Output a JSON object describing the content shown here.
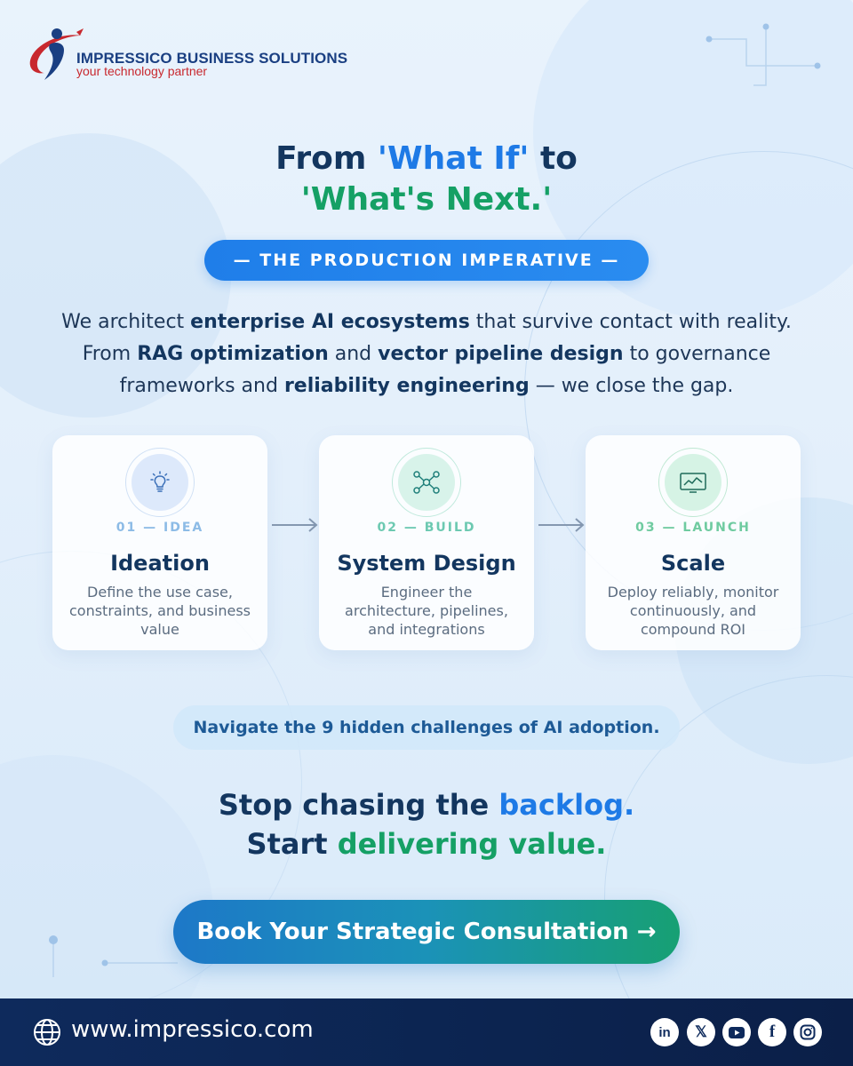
{
  "brand": {
    "name": "IMPRESSICO BUSINESS SOLUTIONS",
    "tagline": "your technology partner"
  },
  "headline": {
    "part1": "From ",
    "highlight1": "'What If'",
    "part2": " to",
    "highlight2": "'What's Next.'"
  },
  "pill_label": "— THE PRODUCTION IMPERATIVE —",
  "intro": {
    "t1": "We architect ",
    "b1": "enterprise AI ecosystems",
    "t2": " that survive contact with reality.",
    "t3": "From ",
    "b2": "RAG optimization",
    "t4": " and ",
    "b3": "vector pipeline design",
    "t5": " to governance",
    "t6": "frameworks and ",
    "b4": "reliability engineering",
    "t7": " — we close the gap."
  },
  "steps": [
    {
      "step": "01 — IDEA",
      "title": "Ideation",
      "description": "Define the use case, constraints, and business value",
      "icon": "lightbulb-icon"
    },
    {
      "step": "02 — BUILD",
      "title": "System Design",
      "description": "Engineer the architecture, pipelines, and integrations",
      "icon": "network-icon"
    },
    {
      "step": "03 — LAUNCH",
      "title": "Scale",
      "description": "Deploy reliably, monitor continuously, and compound ROI",
      "icon": "monitor-chart-icon"
    }
  ],
  "callout": "Navigate the 9 hidden challenges of AI adoption.",
  "closing": {
    "l1a": "Stop chasing the ",
    "l1b": "backlog.",
    "l2a": "Start ",
    "l2b": "delivering value."
  },
  "cta_label": "Book Your Strategic Consultation →",
  "footer": {
    "url": "www.impressico.com",
    "social": [
      {
        "name": "linkedin",
        "glyph": "in"
      },
      {
        "name": "x",
        "glyph": "𝕏"
      },
      {
        "name": "youtube",
        "glyph": ""
      },
      {
        "name": "facebook",
        "glyph": "f"
      },
      {
        "name": "instagram",
        "glyph": ""
      }
    ]
  },
  "colors": {
    "navy": "#13365f",
    "blue_accent": "#1e7ae6",
    "green_accent": "#15a065",
    "footer": "#0e2a5c"
  }
}
